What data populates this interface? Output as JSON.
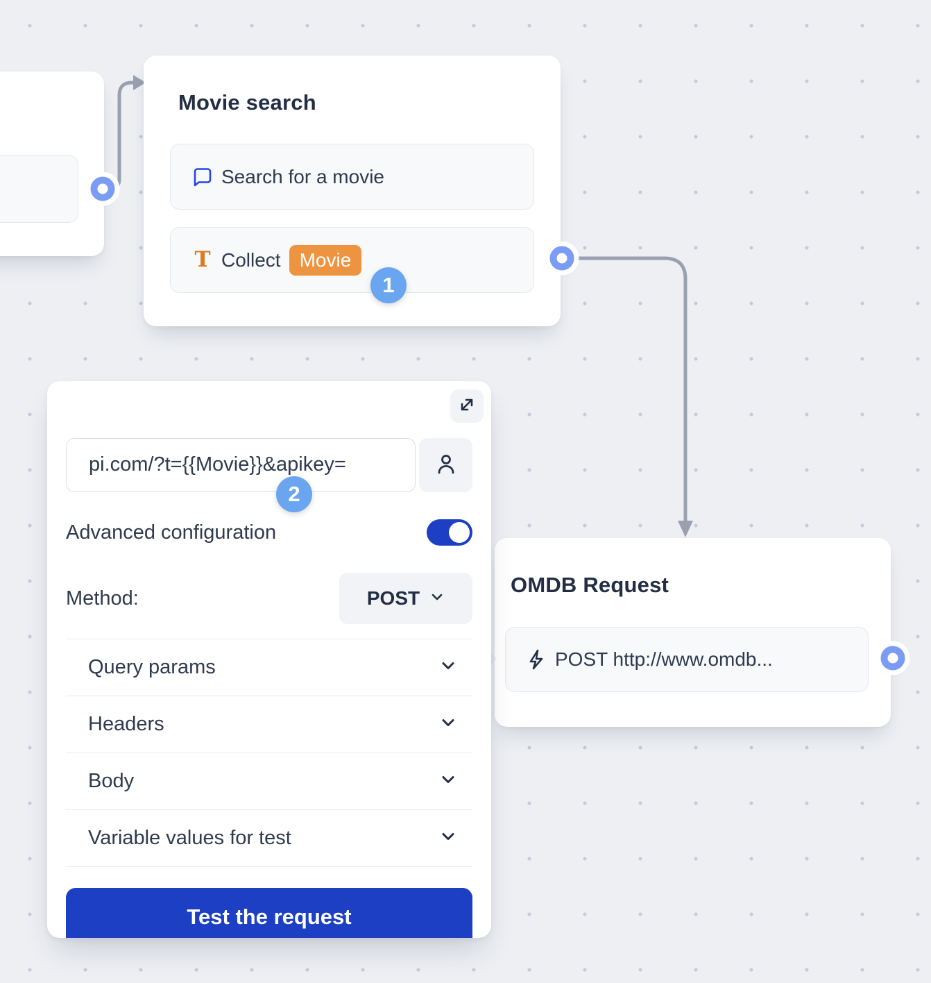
{
  "colors": {
    "canvas_bg": "#edeff3",
    "dot_grid": "#c5cbd7",
    "accent_blue": "#1c3fc4",
    "port_blue": "#7b9cf5",
    "step_badge_blue": "#6aa5ef",
    "chip_orange": "#ee9440",
    "text_icon_orange": "#d97c1e",
    "chat_icon_blue": "#2546e9",
    "connector_gray": "#99a1b0",
    "node_text": "#2e3a4e",
    "title_text": "#232e44"
  },
  "nodes": {
    "movie_search": {
      "title": "Movie search",
      "items": [
        {
          "icon": "chat-bubble-icon",
          "label": "Search for a movie"
        },
        {
          "icon": "text-input-icon",
          "label": "Collect",
          "variable_chip": "Movie"
        }
      ],
      "step_badge": "1"
    },
    "omdb_request": {
      "title": "OMDB Request",
      "items": [
        {
          "icon": "lightning-icon",
          "label": "POST http://www.omdb..."
        }
      ]
    }
  },
  "webhook_panel": {
    "url_value": "pi.com/?t={{Movie}}&apikey=",
    "step_badge": "2",
    "advanced_configuration_label": "Advanced configuration",
    "advanced_configuration_enabled": true,
    "method_label": "Method:",
    "method_value": "POST",
    "sections": [
      {
        "label": "Query params"
      },
      {
        "label": "Headers"
      },
      {
        "label": "Body"
      },
      {
        "label": "Variable values for test"
      }
    ],
    "test_button_label": "Test the request"
  }
}
